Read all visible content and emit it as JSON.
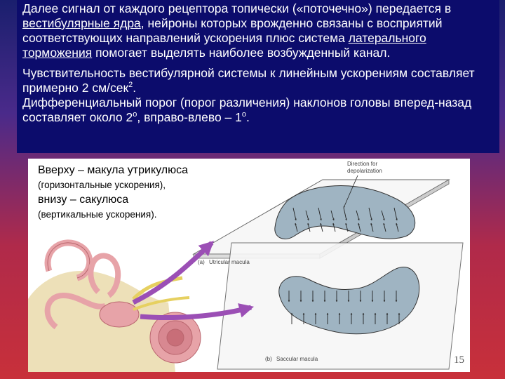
{
  "text_box": {
    "p1_a": "Далее сигнал от каждого рецептора топически («поточечно») передается в ",
    "p1_link1": "вестибулярные ядра",
    "p1_b": ", нейроны которых врожденно связаны с восприятий соответствующих направлений ускорения плюс система ",
    "p1_link2": "латерального торможения",
    "p1_c": " помогает выделять наиболее возбужденный канал.",
    "p2_a": "Чувствительность вестибулярной системы к линейным ускорениям составляет примерно 2 см/сек",
    "p2_sup": "2",
    "p2_b": ".",
    "p3_a": "Дифференциальный порог (порог различения) наклонов головы вперед-назад составляет около 2",
    "p3_sup1": "о",
    "p3_b": ", вправо-влево – 1",
    "p3_sup2": "о",
    "p3_c": "."
  },
  "figure": {
    "line1": "Вверху – макула утрикулюса",
    "line2": "(горизонтальные ускорения),",
    "line3": "внизу – сакулюса",
    "line4": "(вертикальные ускорения).",
    "label_direction_1": "Direction for",
    "label_direction_2": "depolarization",
    "label_a": "(a)",
    "label_a_text": "Utricular macula",
    "label_b": "(b)",
    "label_b_text": "Saccular macula",
    "slide_number": "15"
  },
  "colors": {
    "text_box_bg": "#0c0c6c",
    "macula_fill": "#9fb4c2",
    "arrow_purple": "#9b4fb5",
    "ear_pink": "#e7a3a8",
    "bone": "#e9d8a6"
  }
}
